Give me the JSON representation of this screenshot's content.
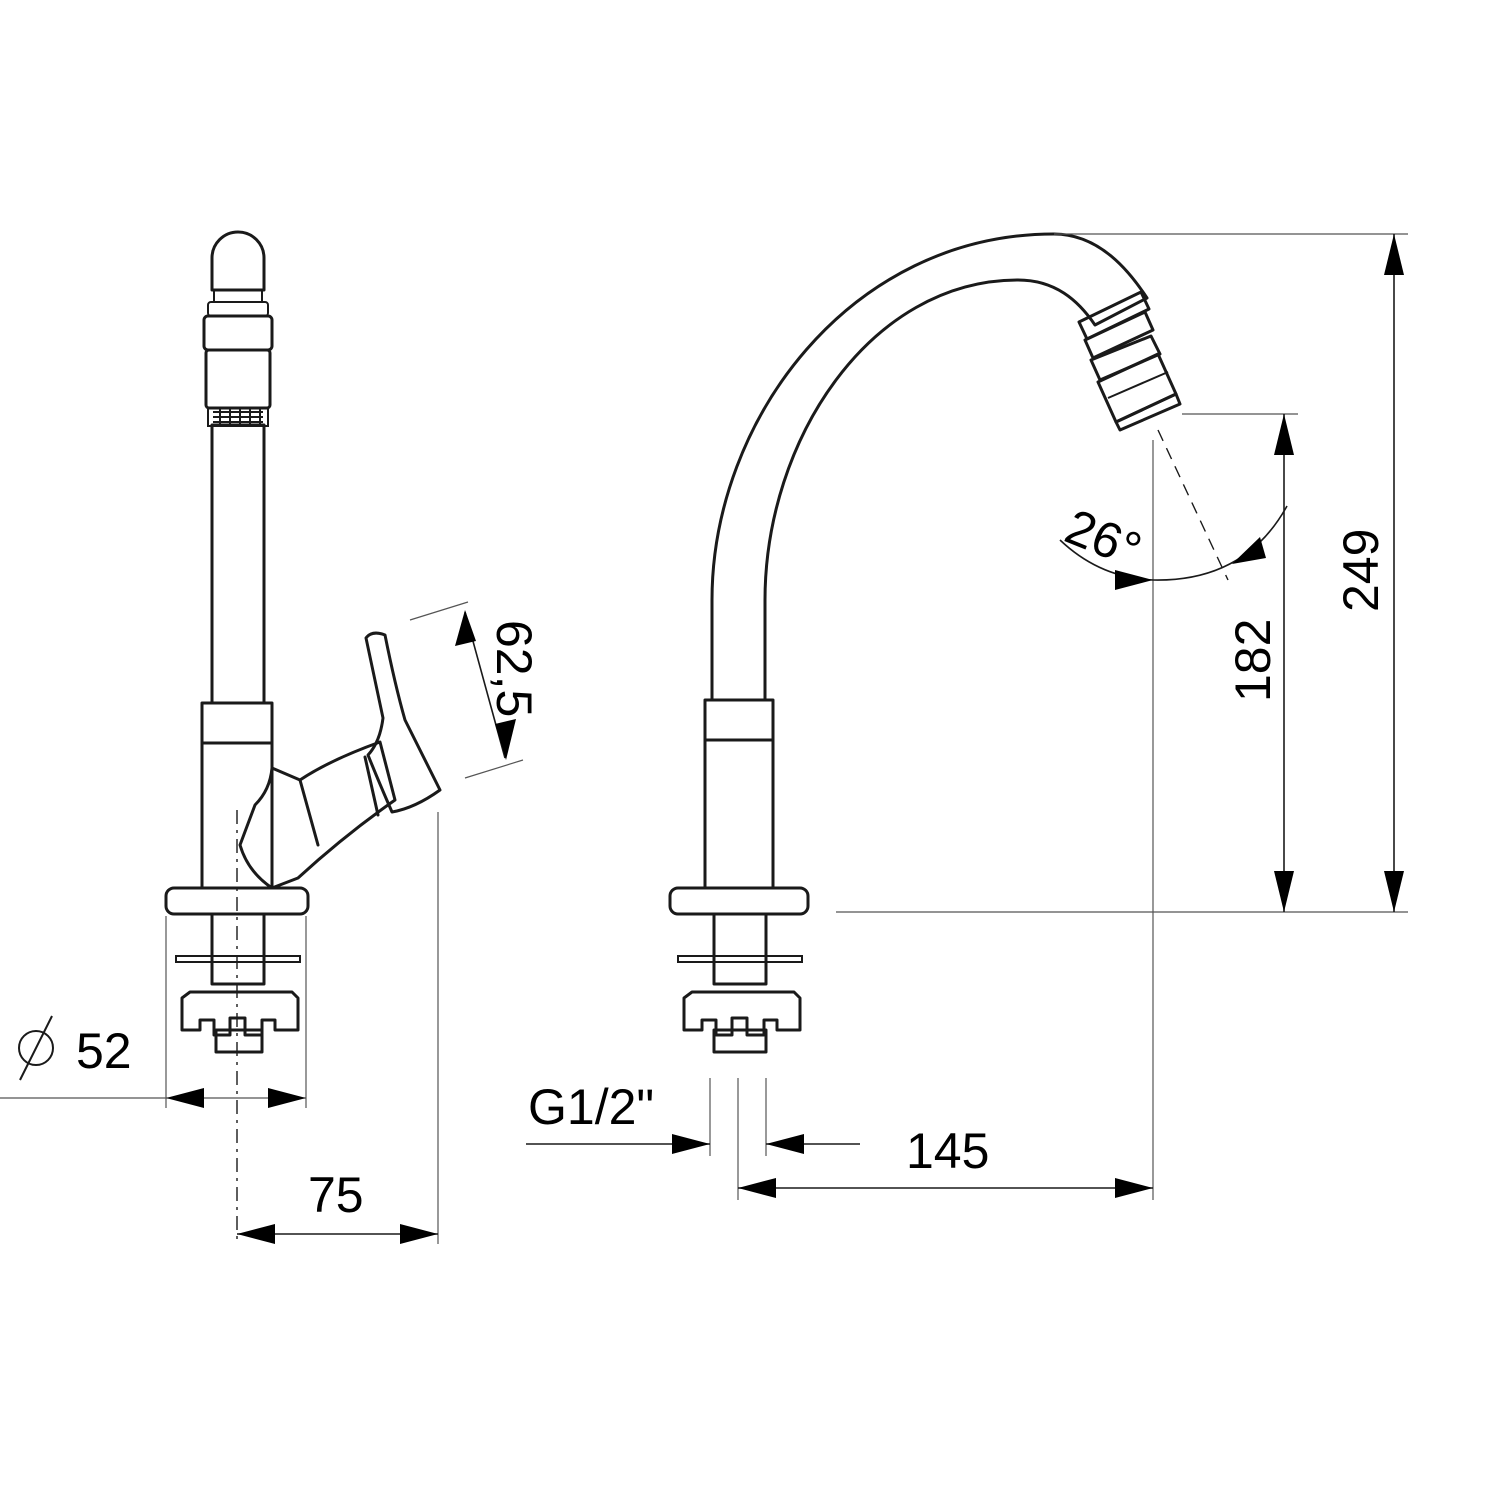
{
  "dimensions": {
    "handle_reach": "62,5",
    "base_diameter": "52",
    "diameter_symbol": "⌀",
    "handle_offset": "75",
    "thread": "G1/2\"",
    "spout_reach": "145",
    "outlet_height": "182",
    "total_height": "249",
    "spray_angle": "26°"
  }
}
